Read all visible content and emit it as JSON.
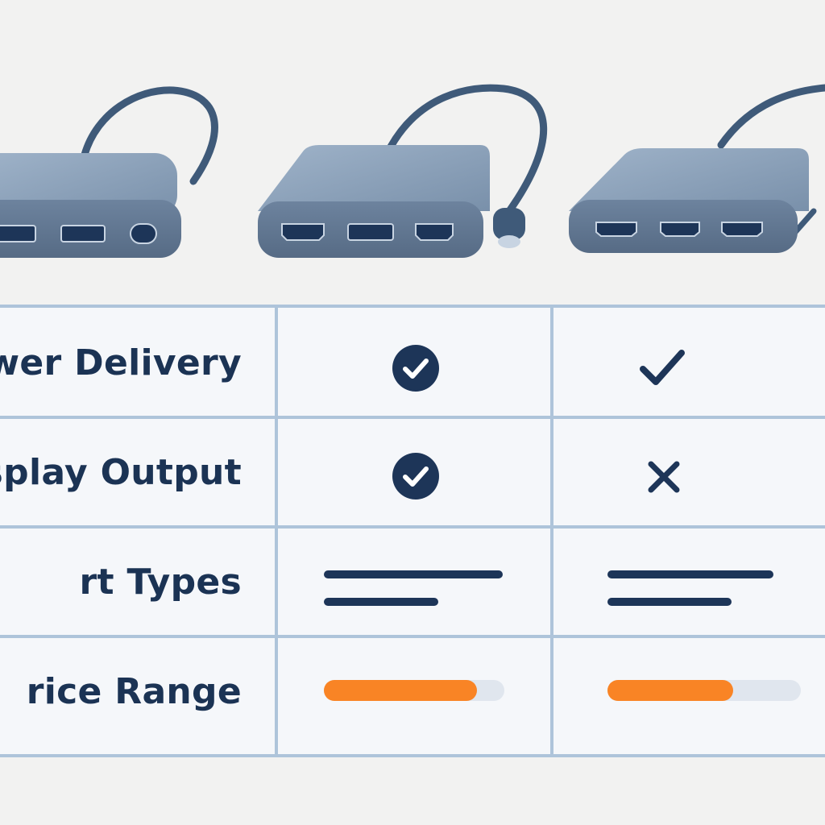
{
  "products": [
    {
      "name": "hub-left",
      "ports": [
        "usb-a",
        "usb-a",
        "usb-c"
      ]
    },
    {
      "name": "hub-middle",
      "ports": [
        "hdmi",
        "usb-a",
        "hdmi"
      ]
    },
    {
      "name": "hub-right",
      "ports": [
        "hdmi",
        "hdmi",
        "hdmi"
      ]
    }
  ],
  "table": {
    "rows": [
      {
        "label": "ower Delivery",
        "a": "check-circle",
        "b": "check"
      },
      {
        "label": "isplay Output",
        "a": "check-circle",
        "b": "cross"
      },
      {
        "label": "rt Types",
        "a": "lines",
        "b": "lines"
      },
      {
        "label": "rice Range",
        "a_fill": 0.85,
        "b_fill": 0.65
      }
    ]
  },
  "colors": {
    "navy": "#1d3558",
    "orange": "#f98425",
    "grid": "#aec4da",
    "hub_body": "#7c93ad"
  }
}
